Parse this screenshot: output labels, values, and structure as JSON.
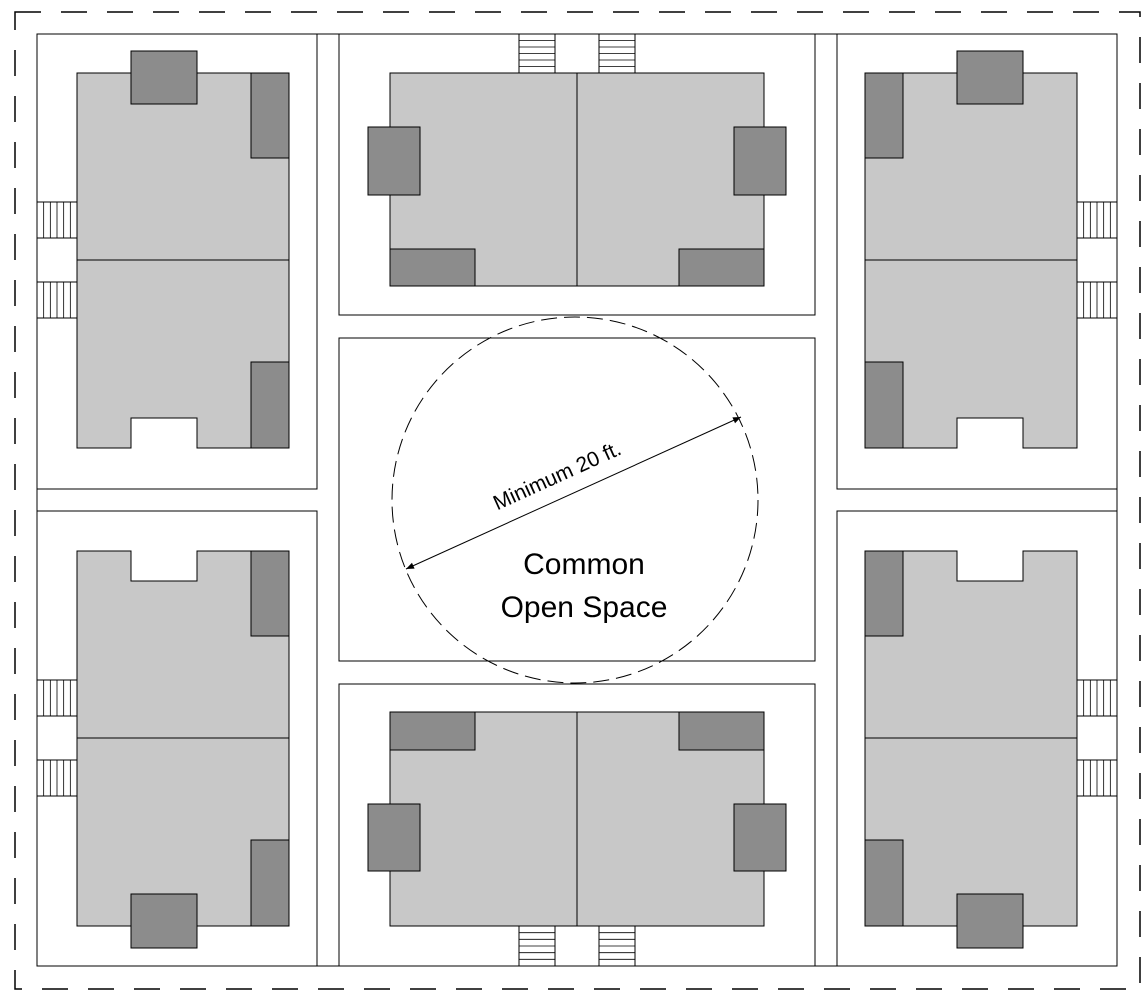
{
  "diagram": {
    "dimension_label": "Minimum 20 ft.",
    "open_space_label_line1": "Common",
    "open_space_label_line2": "Open Space"
  },
  "colors": {
    "background": "#ffffff",
    "stroke": "#000000",
    "building_fill": "#c8c8c8",
    "feature_fill": "#8c8c8c"
  }
}
